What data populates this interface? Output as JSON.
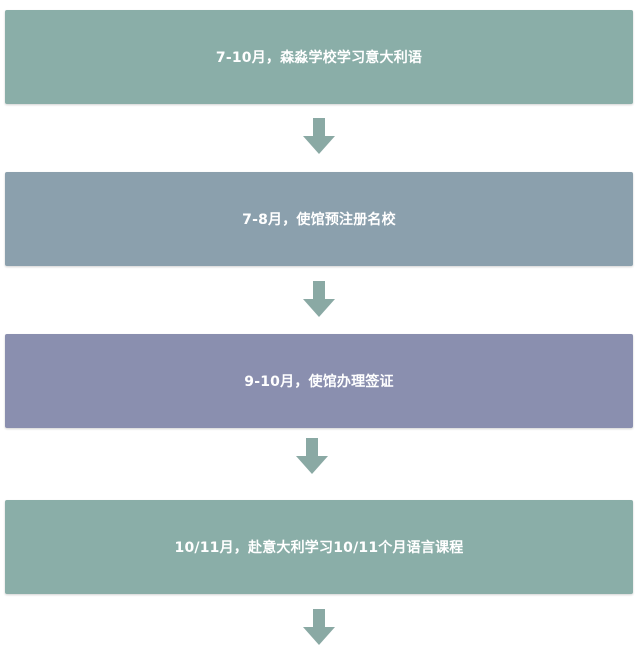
{
  "colors": {
    "arrow": "#8aa9a4"
  },
  "steps": [
    {
      "label": "7-10月，森淼学校学习意大利语",
      "color": "#8aaea8"
    },
    {
      "label": "7-8月，使馆预注册名校",
      "color": "#8ba0ad"
    },
    {
      "label": "9-10月，使馆办理签证",
      "color": "#8a8faf"
    },
    {
      "label": "10/11月，赴意大利学习10/11个月语言课程",
      "color": "#8aaea8"
    }
  ],
  "arrows": [
    {
      "icon": "arrow-down-icon"
    },
    {
      "icon": "arrow-down-icon"
    },
    {
      "icon": "arrow-down-icon"
    },
    {
      "icon": "arrow-down-icon"
    }
  ]
}
